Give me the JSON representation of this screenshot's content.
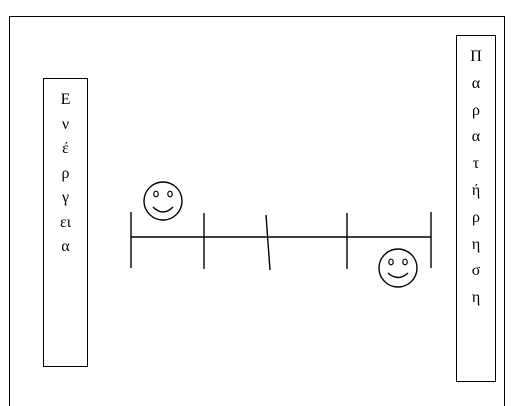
{
  "diagram": {
    "left_label_chars": [
      "Ε",
      "ν",
      "έ",
      "ρ",
      "γ",
      "ει",
      "α"
    ],
    "right_label_chars": [
      "Π",
      "α",
      "ρ",
      "α",
      "τ",
      "ή",
      "ρ",
      "η",
      "σ",
      "η"
    ],
    "face_icon": "smiley-face-icon",
    "line_color": "#000000"
  }
}
